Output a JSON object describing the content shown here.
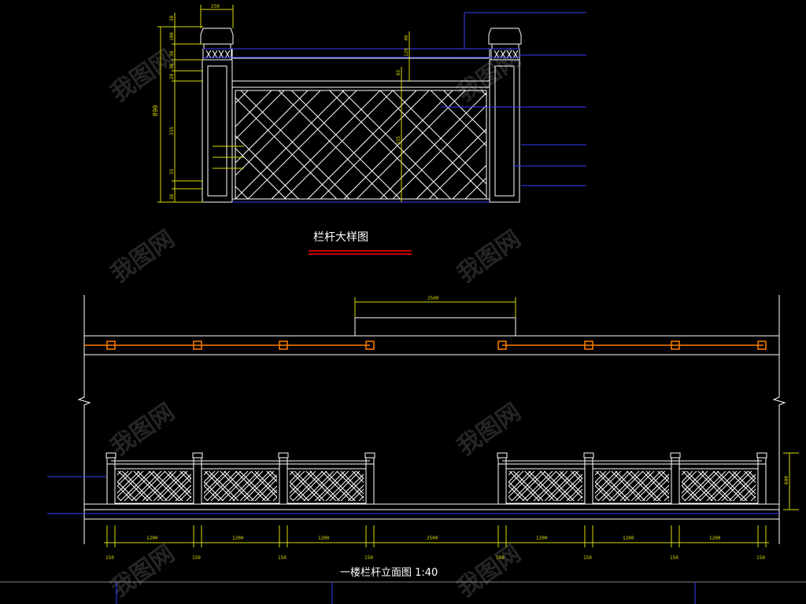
{
  "detail": {
    "title": "栏杆大样图",
    "height_dim": "890",
    "top_width_dim": "250",
    "left_dims": [
      "38",
      "100",
      "38",
      "30",
      "20",
      "335",
      "35",
      "38"
    ],
    "right_dims": [
      "40",
      "120",
      "65",
      "335"
    ],
    "callouts": [
      "",
      "",
      "",
      "",
      "",
      ""
    ]
  },
  "elevation": {
    "title": "一楼栏杆立面图 1:40",
    "opening_dim": "2500",
    "height_dim": "600",
    "span_dims": [
      "1200",
      "1200",
      "1200",
      "2500",
      "1200",
      "1200",
      "1200"
    ],
    "post_dims": [
      "150",
      "150",
      "150",
      "150",
      "150",
      "150",
      "150",
      "150"
    ],
    "left_callouts": [
      "",
      ""
    ]
  },
  "watermark": "我图网",
  "colors": {
    "line": "#ffffff",
    "dimension": "#d8d800",
    "callout": "#3a3aff",
    "section": "#ff7f00",
    "title_underline": "#ff0000"
  }
}
